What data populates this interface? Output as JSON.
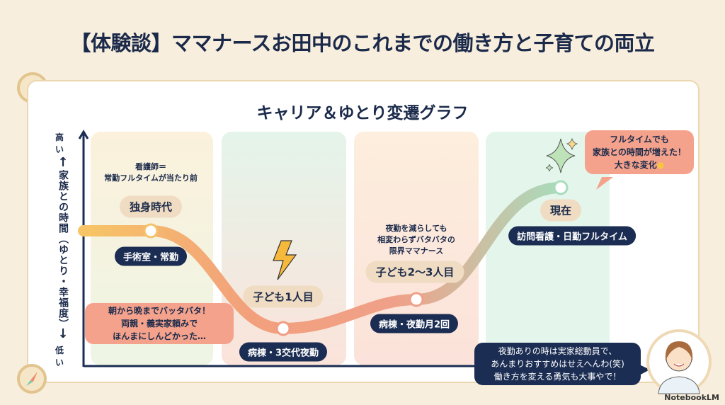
{
  "title": "【体験談】ママナースお田中のこれまでの働き方と子育ての両立",
  "subtitle": "キャリア＆ゆとり変遷グラフ",
  "y_axis": {
    "high": "高い",
    "low": "低い",
    "label": "家族との時間（ゆとり・幸福度）",
    "up_arrow": "↑",
    "down_arrow": "↓"
  },
  "stages": [
    {
      "note": [
        "看護師＝",
        "常勤フルタイムが当たり前"
      ],
      "name": "独身時代",
      "job": "手術室・常勤"
    },
    {
      "name": "子ども1人目",
      "job": "病棟・3交代夜勤"
    },
    {
      "note": [
        "夜勤を減らしても",
        "相変わらずバタバタの",
        "限界ママナース"
      ],
      "name": "子ども2〜3人目",
      "job": "病棟・夜勤月2回"
    },
    {
      "name": "現在",
      "job": "訪問看護・日勤フルタイム"
    }
  ],
  "bubbles": {
    "hard": [
      "朝から晩までバッタバタ！",
      "両親・義実家頼みで",
      "ほんまにしんどかった…"
    ],
    "now": [
      "フルタイムでも",
      "家族との時間が増えた！",
      "大きな変化"
    ],
    "advice": [
      "夜勤ありの時は実家総動員で、",
      "あんまりおすすめはせえへんわ(笑)",
      "働き方を変える勇気も大事やで！"
    ]
  },
  "watermark": "NotebookLM",
  "colors": {
    "navy": "#1b2d52",
    "salmon": "#f4a28c",
    "beige": "#efdcc2",
    "bg": "#f8eedd"
  }
}
